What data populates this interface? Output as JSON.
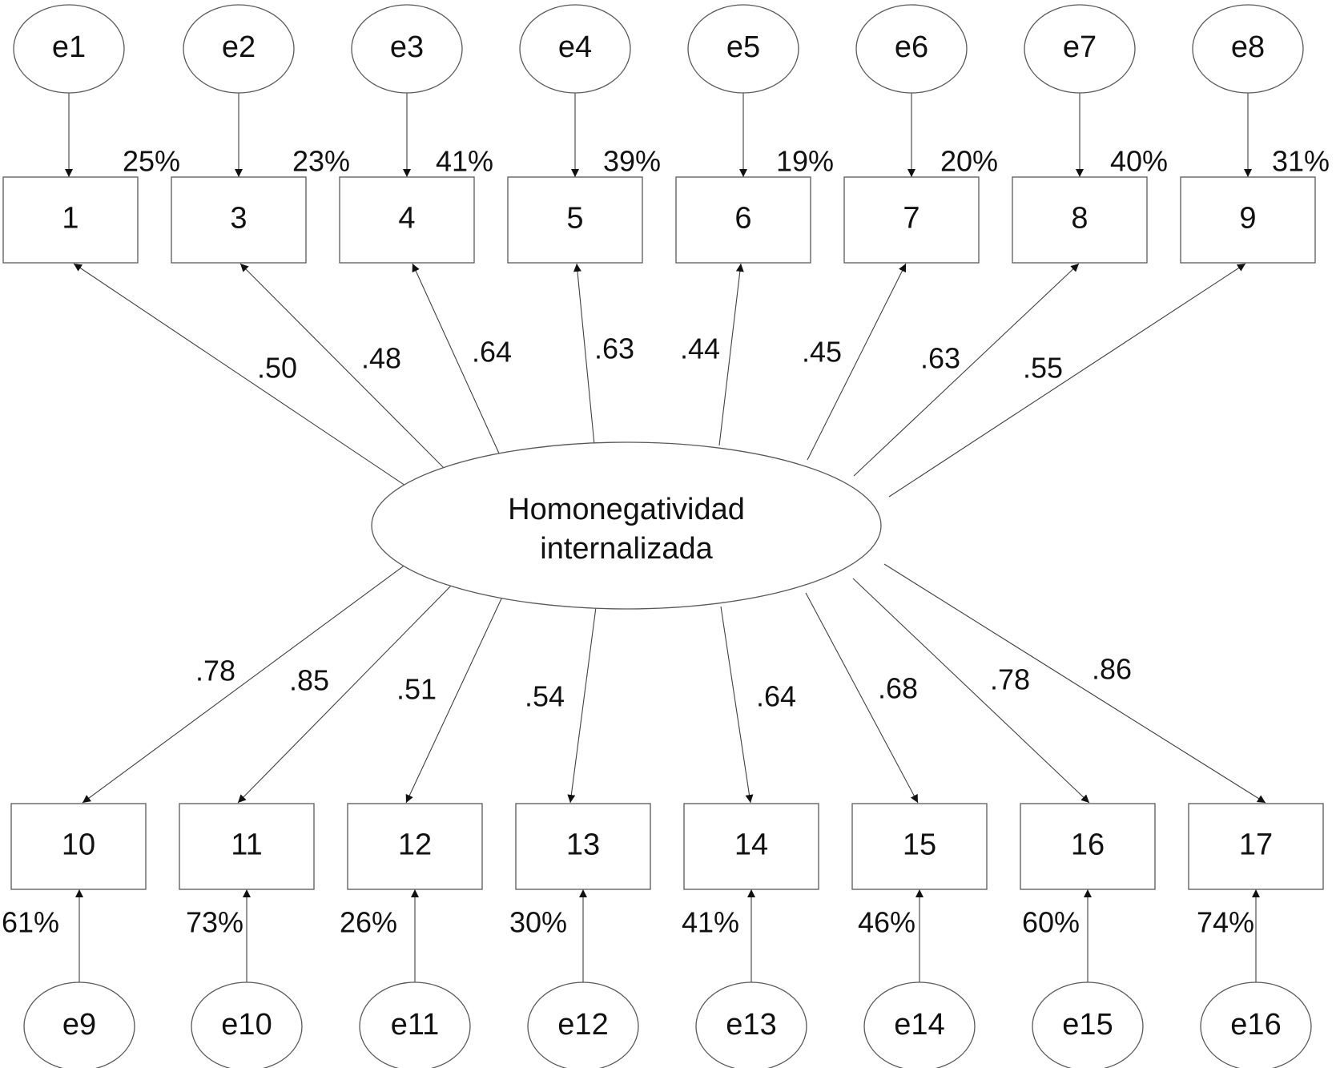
{
  "latent": {
    "line1": "Homonegatividad",
    "line2": "internalizada"
  },
  "top_items": [
    {
      "item": "1",
      "error": "e1",
      "r2": "25%",
      "loading": ".50"
    },
    {
      "item": "3",
      "error": "e2",
      "r2": "23%",
      "loading": ".48"
    },
    {
      "item": "4",
      "error": "e3",
      "r2": "41%",
      "loading": ".64"
    },
    {
      "item": "5",
      "error": "e4",
      "r2": "39%",
      "loading": ".63"
    },
    {
      "item": "6",
      "error": "e5",
      "r2": "19%",
      "loading": ".44"
    },
    {
      "item": "7",
      "error": "e6",
      "r2": "20%",
      "loading": ".45"
    },
    {
      "item": "8",
      "error": "e7",
      "r2": "40%",
      "loading": ".63"
    },
    {
      "item": "9",
      "error": "e8",
      "r2": "31%",
      "loading": ".55"
    }
  ],
  "bottom_items": [
    {
      "item": "10",
      "error": "e9",
      "r2": "61%",
      "loading": ".78"
    },
    {
      "item": "11",
      "error": "e10",
      "r2": "73%",
      "loading": ".85"
    },
    {
      "item": "12",
      "error": "e11",
      "r2": "26%",
      "loading": ".51"
    },
    {
      "item": "13",
      "error": "e12",
      "r2": "30%",
      "loading": ".54"
    },
    {
      "item": "14",
      "error": "e13",
      "r2": "41%",
      "loading": ".64"
    },
    {
      "item": "15",
      "error": "e14",
      "r2": "46%",
      "loading": ".68"
    },
    {
      "item": "16",
      "error": "e15",
      "r2": "60%",
      "loading": ".78"
    },
    {
      "item": "17",
      "error": "e16",
      "r2": "74%",
      "loading": ".86"
    }
  ]
}
